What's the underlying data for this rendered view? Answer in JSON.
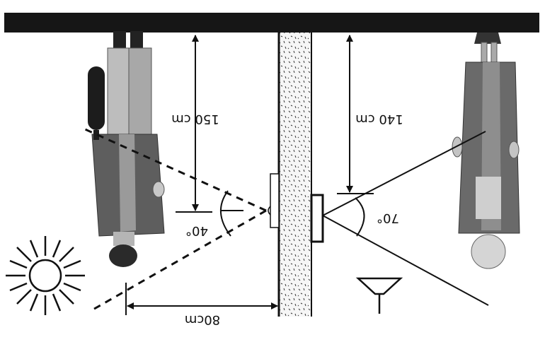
{
  "labels": {
    "left_height": "150 cm",
    "right_height": "140 cm",
    "left_angle": "40°",
    "right_angle": "70°",
    "distance": "80cm"
  },
  "colors": {
    "ink": "#111111",
    "ceiling": "#161616",
    "figure_dark": "#5e5e5e",
    "figure_light": "#a9a9a9",
    "wall_fill": "#f4f4f4"
  },
  "icons": [
    "sun-icon",
    "lamp-icon",
    "microphone-icon"
  ]
}
